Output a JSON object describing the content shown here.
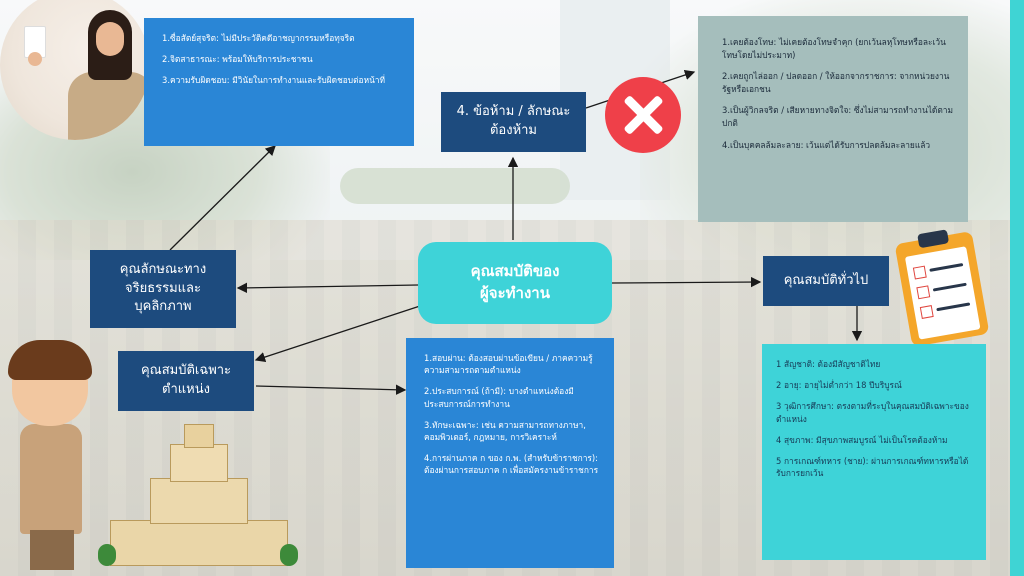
{
  "center": {
    "line1": "คุณสมบัติของ",
    "line2": "ผู้จะทำงาน"
  },
  "nodes": {
    "ethics": {
      "line1": "คุณลักษณะทาง",
      "line2": "จริยธรรมและ",
      "line3": "บุคลิกภาพ"
    },
    "prohibited": {
      "line1": "4. ข้อห้าม / ลักษณะ",
      "line2": "ต้องห้าม"
    },
    "general": {
      "line1": "คุณสมบัติทั่วไป"
    },
    "specific": {
      "line1": "คุณสมบัติเฉพาะ",
      "line2": "ตำแหน่ง"
    }
  },
  "ethics_items": [
    "1.ซื่อสัตย์สุจริต: ไม่มีประวัติคดีอาชญากรรมหรือทุจริต",
    "2.จิตสาธารณะ: พร้อมให้บริการประชาชน",
    "3.ความรับผิดชอบ: มีวินัยในการทำงานและรับผิดชอบต่อหน้าที่"
  ],
  "prohibited_items": [
    "1.เคยต้องโทษ: ไม่เคยต้องโทษจำคุก (ยกเว้นลหุโทษหรือละเว้นโทษโดยไม่ประมาท)",
    "2.เคยถูกไล่ออก / ปลดออก / ให้ออกจากราชการ: จากหน่วยงานรัฐหรือเอกชน",
    "3.เป็นผู้วิกลจริต / เสียหายทางจิตใจ: ซึ่งไม่สามารถทำงานได้ตามปกติ",
    "4.เป็นบุคคลล้มละลาย: เว้นแต่ได้รับการปลดล้มละลายแล้ว"
  ],
  "general_items": [
    "1 สัญชาติ: ต้องมีสัญชาติไทย",
    "2 อายุ: อายุไม่ต่ำกว่า 18 ปีบริบูรณ์",
    "3 วุฒิการศึกษา: ตรงตามที่ระบุในคุณสมบัติเฉพาะของตำแหน่ง",
    "4 สุขภาพ: มีสุขภาพสมบูรณ์ ไม่เป็นโรคต้องห้าม",
    "5 การเกณฑ์ทหาร (ชาย): ผ่านการเกณฑ์ทหารหรือได้รับการยกเว้น"
  ],
  "specific_items": [
    "1.สอบผ่าน: ต้องสอบผ่านข้อเขียน / ภาคความรู้ความสามารถตามตำแหน่ง",
    "2.ประสบการณ์ (ถ้ามี): บางตำแหน่งต้องมีประสบการณ์การทำงาน",
    "3.ทักษะเฉพาะ: เช่น ความสามารถทางภาษา, คอมพิวเตอร์, กฎหมาย, การวิเคราะห์",
    "4.การผ่านภาค ก ของ ก.พ. (สำหรับข้าราชการ): ต้องผ่านการสอบภาค ก เพื่อสมัครงานข้าราชการ"
  ],
  "colors": {
    "navy": "#1d4b7e",
    "blue": "#2a86d6",
    "gray": "#a5bebc",
    "cyan": "#3ed3d8",
    "red": "#ef4049"
  },
  "icons": [
    "woman-photo",
    "x-mark-icon",
    "clipboard-checklist-icon",
    "boy-illustration",
    "government-building-illustration"
  ]
}
